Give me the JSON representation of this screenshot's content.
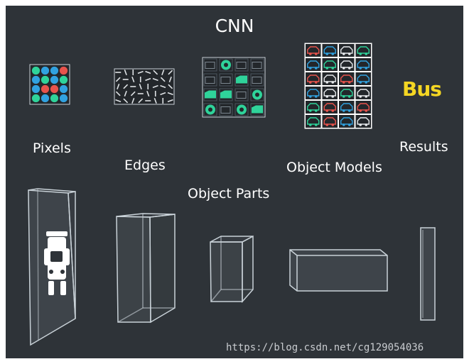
{
  "title": "CNN",
  "stages": {
    "pixels": "Pixels",
    "edges": "Edges",
    "object_parts": "Object Parts",
    "object_models": "Object Models",
    "results": "Results"
  },
  "result_word": "Bus",
  "watermark": "https://blog.csdn.net/cg129054036",
  "colors": {
    "background": "#2e3338",
    "red": "#e8534c",
    "green": "#2fd39a",
    "blue": "#31a2e0",
    "result_yellow": "#f4d623"
  },
  "pixel_grid": [
    [
      "green",
      "blue",
      "blue",
      "red"
    ],
    [
      "blue",
      "green",
      "blue",
      "green"
    ],
    [
      "blue",
      "red",
      "red",
      "blue"
    ],
    [
      "green",
      "blue",
      "green",
      "blue"
    ]
  ],
  "parts_grid": [
    [
      "empty-icon",
      "wheel-icon",
      "empty-icon",
      "empty-icon"
    ],
    [
      "empty-icon",
      "empty-icon",
      "car-part-icon",
      "empty-icon"
    ],
    [
      "car-part-icon",
      "car-part-icon",
      "empty-icon",
      "wheel-icon"
    ],
    [
      "wheel-icon",
      "empty-icon",
      "wheel-icon",
      "car-part-icon"
    ]
  ],
  "models_grid": [
    [
      "red",
      "blue",
      "white",
      "green"
    ],
    [
      "blue",
      "green",
      "white",
      "blue"
    ],
    [
      "red",
      "white",
      "red",
      "blue"
    ],
    [
      "blue",
      "white",
      "green",
      "white"
    ],
    [
      "green",
      "red",
      "blue",
      "red"
    ],
    [
      "green",
      "red",
      "blue",
      "white"
    ]
  ]
}
